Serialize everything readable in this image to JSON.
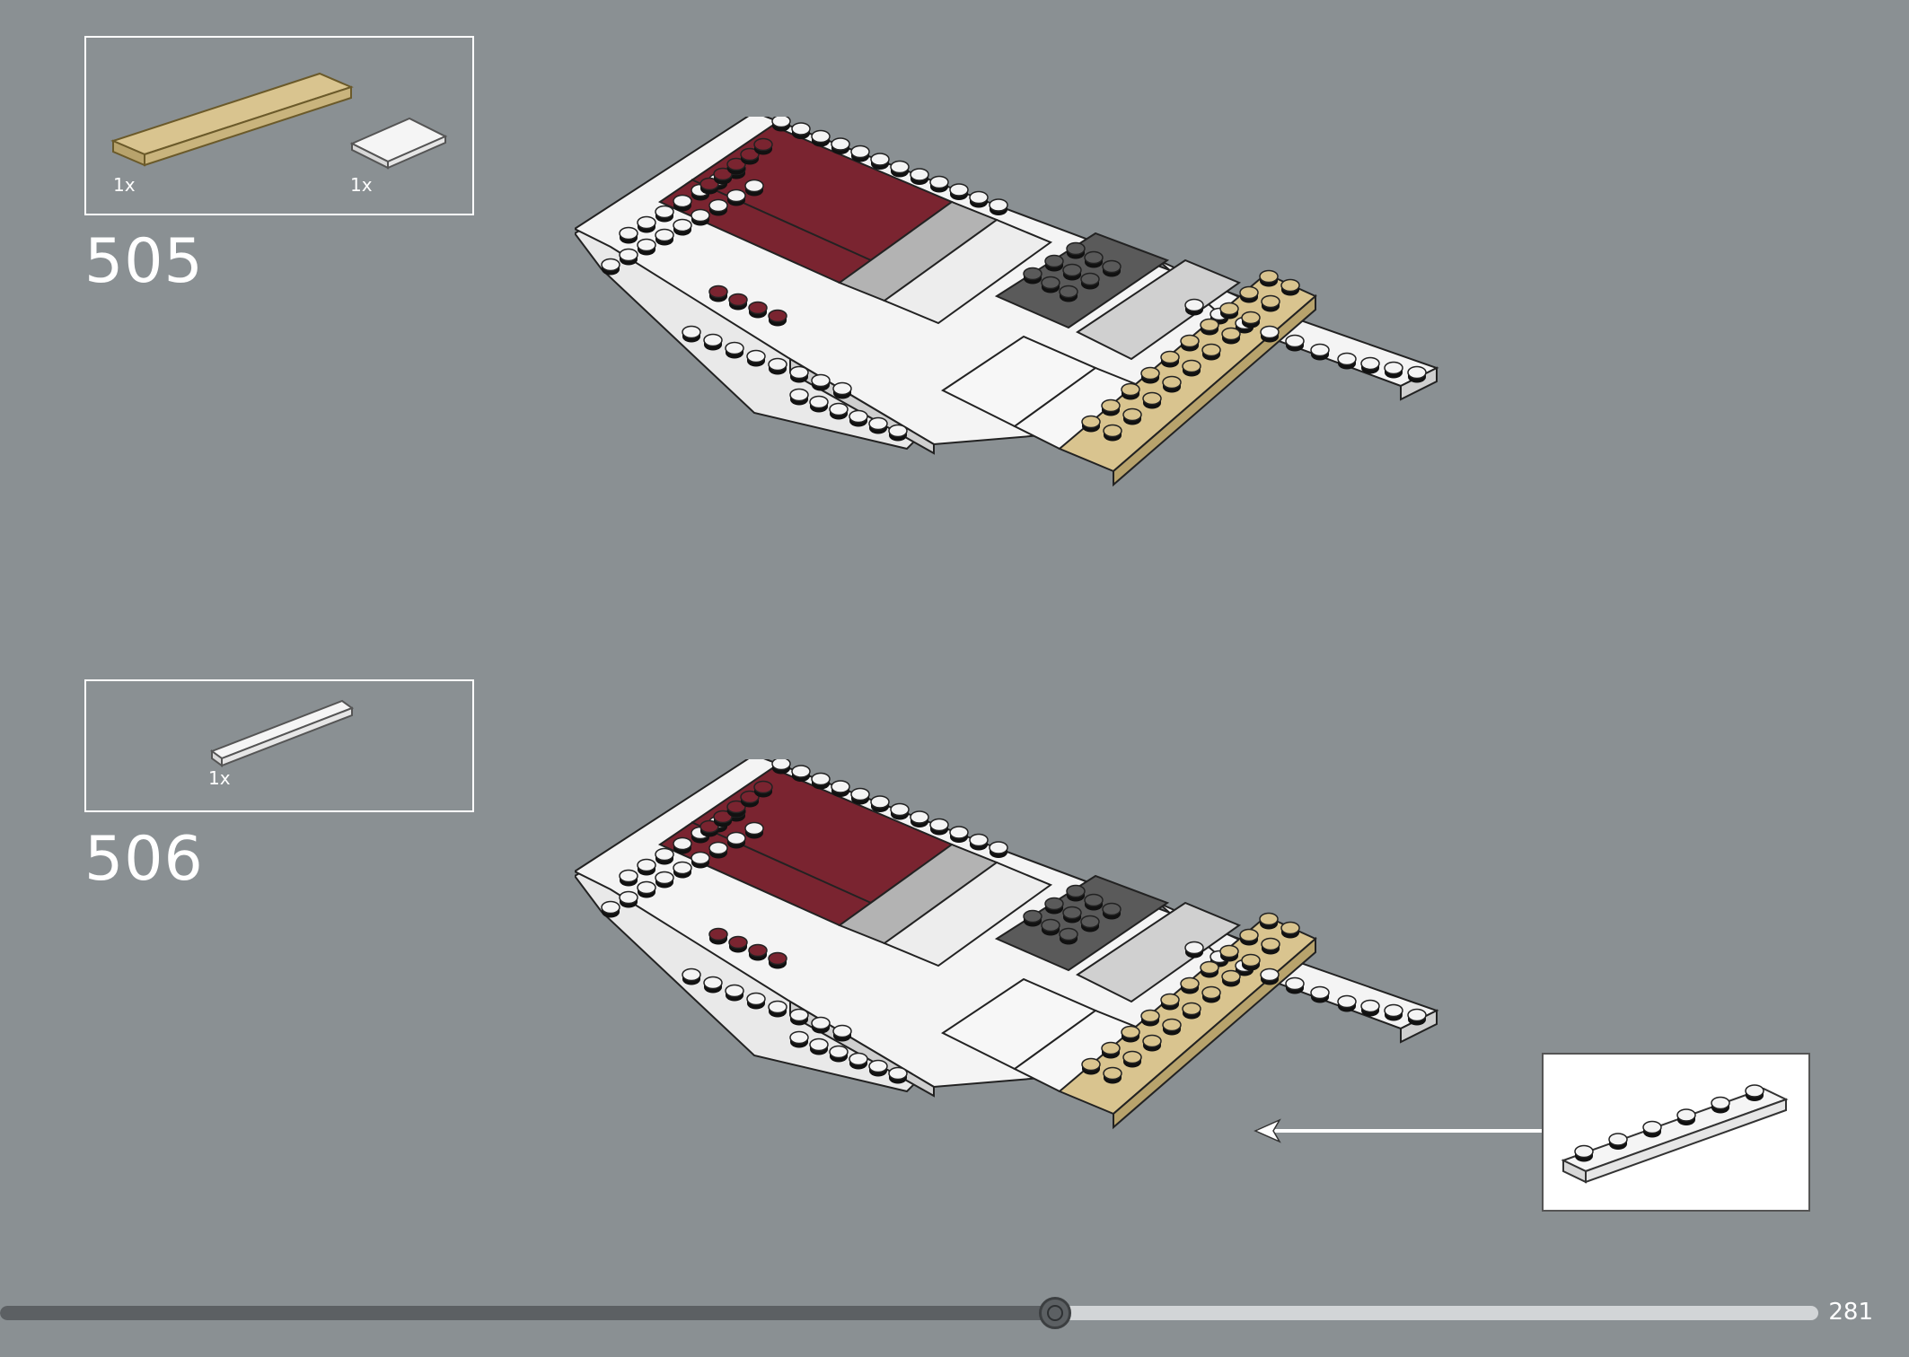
{
  "steps": [
    {
      "number": "505",
      "parts": [
        {
          "qty": "1x",
          "name": "tan-plate-2x10",
          "color": "#d9c48f"
        },
        {
          "qty": "1x",
          "name": "white-tile-2x4",
          "color": "#f2f2f2"
        }
      ]
    },
    {
      "number": "506",
      "parts": [
        {
          "qty": "1x",
          "name": "white-plate-1x6",
          "color": "#f2f2f2"
        }
      ]
    }
  ],
  "colors": {
    "background": "#8a9093",
    "white_brick": "#f4f4f4",
    "dark_red": "#7a2430",
    "tan": "#d9c48f",
    "light_gray": "#b3b3b3",
    "dark_gray": "#5a5a5a"
  },
  "footer": {
    "page_number": "281",
    "progress": 0.58
  }
}
